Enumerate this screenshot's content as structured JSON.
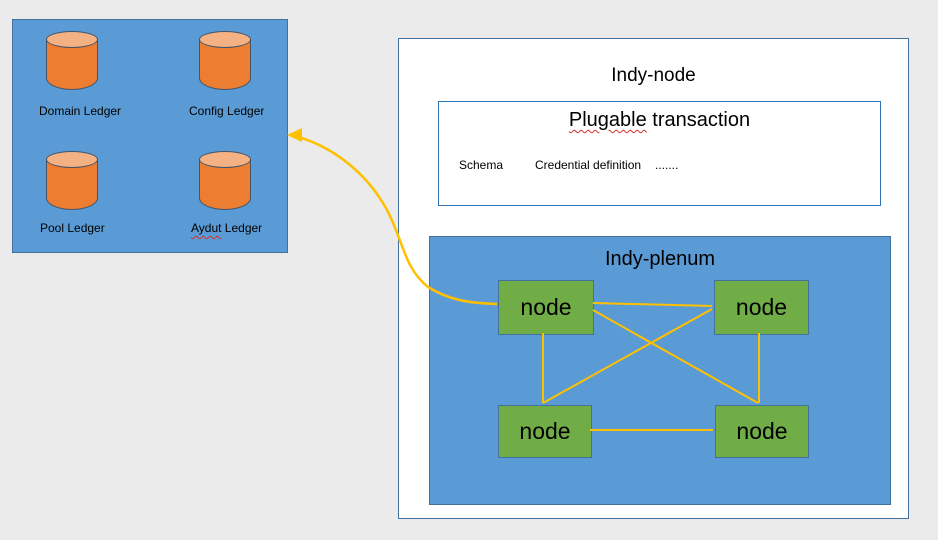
{
  "ledger_panel": {
    "fill": "#5b9bd5",
    "border": "#41719c",
    "cylinder_body_color": "#ed7d31",
    "cylinder_top_color": "#f4b183",
    "items": [
      {
        "label": "Domain Ledger"
      },
      {
        "label": "Config Ledger"
      },
      {
        "label": "Pool Ledger"
      },
      {
        "flagged_word": "Aydut",
        "rest": " Ledger"
      }
    ]
  },
  "indy_node": {
    "title": "Indy-node",
    "plugable_box": {
      "flagged_word": "Plugable",
      "title_rest": " transaction",
      "items": [
        "Schema",
        "Credential definition",
        "......."
      ]
    },
    "indy_plenum": {
      "title": "Indy-plenum",
      "fill": "#5b9bd5",
      "node_fill": "#70ad47",
      "nodes": [
        {
          "label": "node"
        },
        {
          "label": "node"
        },
        {
          "label": "node"
        },
        {
          "label": "node"
        }
      ]
    }
  },
  "connector": {
    "color": "#ffc000",
    "arrow_direction": "points-left-to-ledger-panel"
  }
}
